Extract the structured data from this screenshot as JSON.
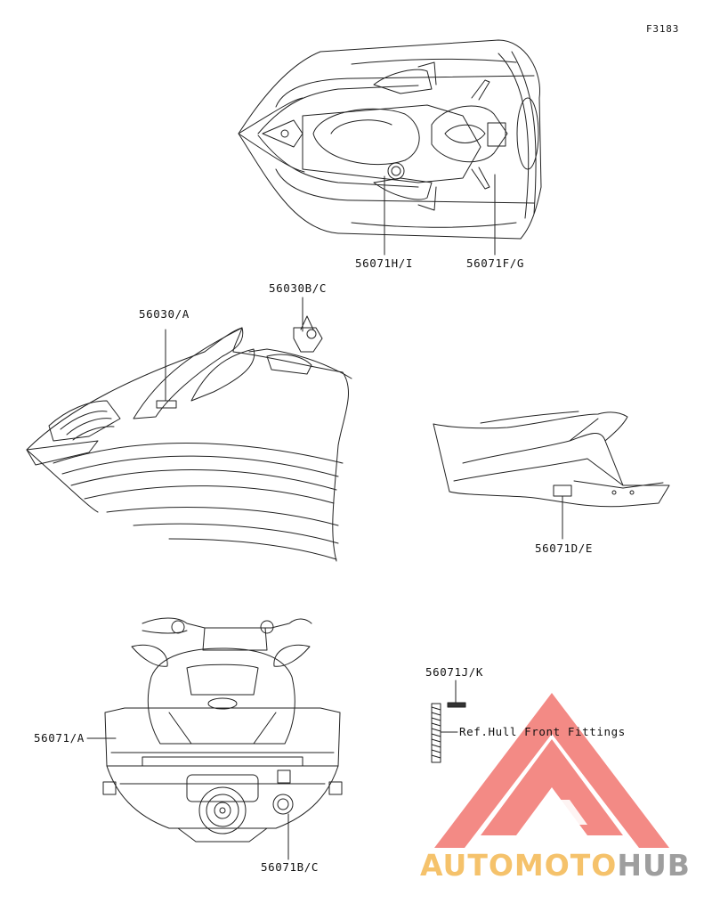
{
  "figure_code": "F3183",
  "callouts": {
    "top_left": "56071H/I",
    "top_right": "56071F/G",
    "front_top": "56030B/C",
    "front_left": "56030/A",
    "rear_side": "56071D/E",
    "small_part": "56071J/K",
    "ref_note": "Ref.Hull Front Fittings",
    "rear_left": "56071/A",
    "rear_bottom": "56071B/C"
  },
  "watermark": {
    "part1": "AUTOMOTO",
    "part2": "HUB",
    "color_part1": "#f5c26b",
    "color_part2": "#9e9e9e",
    "logo_color": "#f0706a"
  }
}
